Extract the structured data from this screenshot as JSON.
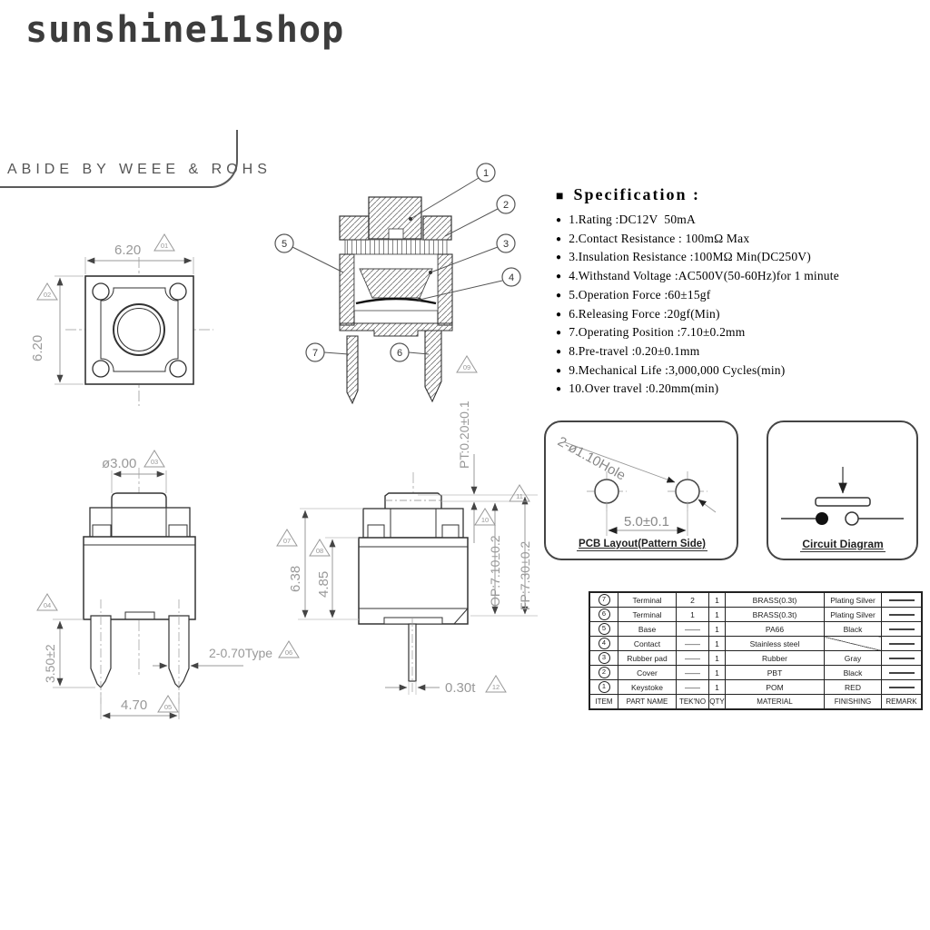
{
  "watermark": "sunshine11shop",
  "banner": "ABIDE BY WEEE & ROHS",
  "spec": {
    "title": "Specification :",
    "items": [
      "1.Rating :DC12V  50mA",
      "2.Contact Resistance : 100mΩ Max",
      "3.Insulation Resistance :100MΩ Min(DC250V)",
      "4.Withstand Voltage :AC500V(50-60Hz)for 1 minute",
      "5.Operation Force :60±15gf",
      "6.Releasing Force :20gf(Min)",
      "7.Operating Position :7.10±0.2mm",
      "8.Pre-travel :0.20±0.1mm",
      "9.Mechanical Life :3,000,000 Cycles(min)",
      "10.Over travel :0.20mm(min)"
    ]
  },
  "top_view": {
    "dim_width": "6.20",
    "dim_height": "6.20"
  },
  "front_view": {
    "button_dia": "ø3.00",
    "leg_height": "3.50±2",
    "base_width": "4.70",
    "terminal_width": "2-0.70Type"
  },
  "side_view": {
    "total_height": "6.38",
    "body_height": "4.85",
    "pre_travel": "PT:0.20±0.1",
    "operating_position": "OP:7.10±0.2",
    "free_position": "FP:7.30±0.2",
    "terminal_thickness": "0.30t"
  },
  "cross_section": {
    "callouts": [
      "1",
      "2",
      "3",
      "4",
      "5",
      "6",
      "7"
    ]
  },
  "flags": [
    "01",
    "02",
    "03",
    "04",
    "05",
    "06",
    "07",
    "08",
    "09",
    "10",
    "11",
    "12"
  ],
  "pcb_box": {
    "hole_label": "2-ø1.10Hole",
    "pitch": "5.0±0.1",
    "caption": "PCB Layout(Pattern Side)"
  },
  "circuit_box": {
    "caption": "Circuit Diagram"
  },
  "parts_table": {
    "headers": [
      "ITEM",
      "PART NAME",
      "TEK'NO",
      "QTY",
      "MATERIAL",
      "FINISHING",
      "REMARK"
    ],
    "rows": [
      [
        "7",
        "Terminal",
        "2",
        "1",
        "BRASS(0.3t)",
        "Plating Silver",
        ""
      ],
      [
        "6",
        "Terminal",
        "1",
        "1",
        "BRASS(0.3t)",
        "Plating Silver",
        ""
      ],
      [
        "5",
        "Base",
        "——",
        "1",
        "PA66",
        "Black",
        ""
      ],
      [
        "4",
        "Contact",
        "——",
        "1",
        "Stainless steel",
        "",
        ""
      ],
      [
        "3",
        "Rubber pad",
        "——",
        "1",
        "Rubber",
        "Gray",
        ""
      ],
      [
        "2",
        "Cover",
        "——",
        "1",
        "PBT",
        "Black",
        ""
      ],
      [
        "1",
        "Keystoke",
        "——",
        "1",
        "POM",
        "RED",
        ""
      ]
    ]
  },
  "colors": {
    "line": "#333333",
    "dimension": "#999999",
    "text": "#000000"
  }
}
